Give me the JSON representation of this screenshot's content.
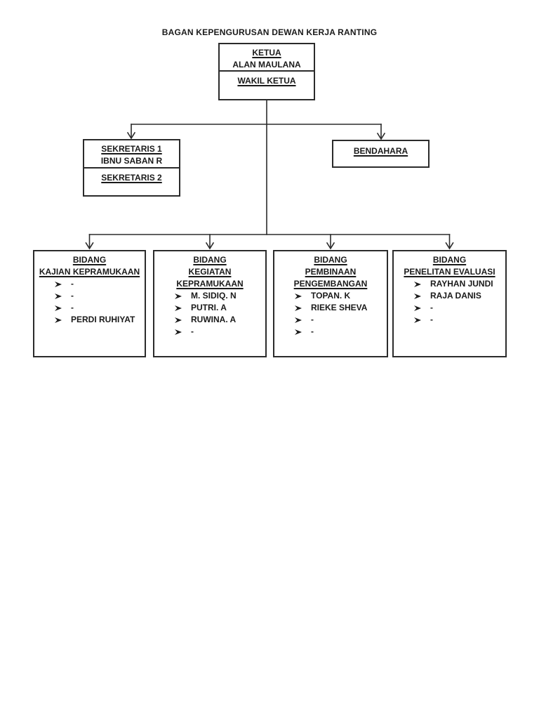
{
  "title": "BAGAN KEPENGURUSAN DEWAN KERJA RANTING",
  "colors": {
    "background": "#ffffff",
    "line": "#2b2b2b",
    "text": "#1a1a1a"
  },
  "icons": {
    "bullet": "arrowhead-right-bullet"
  },
  "top_box": {
    "ketua_label": "KETUA",
    "ketua_name": "ALAN MAULANA",
    "wakil_label": "WAKIL KETUA"
  },
  "sekretaris_box": {
    "sek1_label": "SEKRETARIS 1",
    "sek1_name": "IBNU SABAN R",
    "sek2_label": "SEKRETARIS 2"
  },
  "bendahara_box": {
    "label": "BENDAHARA"
  },
  "bidang_boxes": [
    {
      "title_lines": [
        "BIDANG",
        "KAJIAN KEPRAMUKAAN"
      ],
      "items": [
        "-",
        "-",
        "-",
        "PERDI RUHIYAT"
      ]
    },
    {
      "title_lines": [
        "BIDANG",
        "KEGIATAN",
        "KEPRAMUKAAN"
      ],
      "items": [
        "M. SIDIQ. N",
        "PUTRI. A",
        "RUWINA. A",
        "-"
      ]
    },
    {
      "title_lines": [
        "BIDANG",
        "PEMBINAAN",
        "PENGEMBANGAN"
      ],
      "items": [
        "TOPAN. K",
        "RIEKE SHEVA",
        "-",
        "-"
      ]
    },
    {
      "title_lines": [
        "BIDANG",
        "PENELITAN EVALUASI"
      ],
      "items": [
        "RAYHAN JUNDI",
        "RAJA DANIS",
        "-",
        "-"
      ]
    }
  ]
}
